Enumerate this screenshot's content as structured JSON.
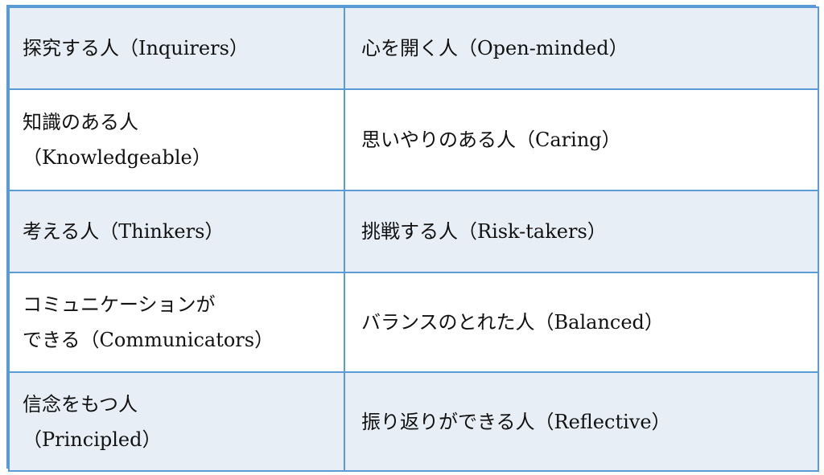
{
  "table": {
    "rows": [
      {
        "left": "探究する人（Inquirers）",
        "right": "心を開く人（Open-minded）"
      },
      {
        "left": "知識のある人\n（Knowledgeable）",
        "right": "思いやりのある人（Caring）"
      },
      {
        "left": "考える人（Thinkers）",
        "right": "挑戦する人（Risk-takers）"
      },
      {
        "left": "コミュニケーションが\nできる（Communicators）",
        "right": "バランスのとれた人（Balanced）"
      },
      {
        "left": "信念をもつ人\n（Principled）",
        "right": "振り返りができる人（Reflective）"
      }
    ]
  },
  "colors": {
    "border": "#5b9bd5",
    "shaded_row": "#e8eef5",
    "plain_row": "#ffffff"
  }
}
